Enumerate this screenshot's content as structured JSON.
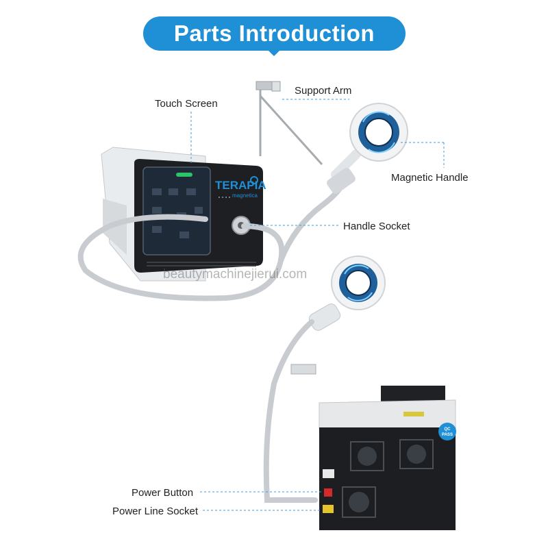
{
  "title": "Parts Introduction",
  "labels": {
    "touch_screen": "Touch Screen",
    "support_arm": "Support Arm",
    "magnetic_handle": "Magnetic Handle",
    "handle_socket": "Handle Socket",
    "power_button": "Power Button",
    "power_line_socket": "Power Line Socket"
  },
  "device_branding": {
    "brand": "TERAPIA",
    "subtitle": "magnetica"
  },
  "rear_badge": {
    "line1": "QC",
    "line2": "PASS"
  },
  "watermark": "beautymachinejierui.com",
  "colors": {
    "accent": "#1f8fd6",
    "leader_line": "#3b9be0"
  }
}
